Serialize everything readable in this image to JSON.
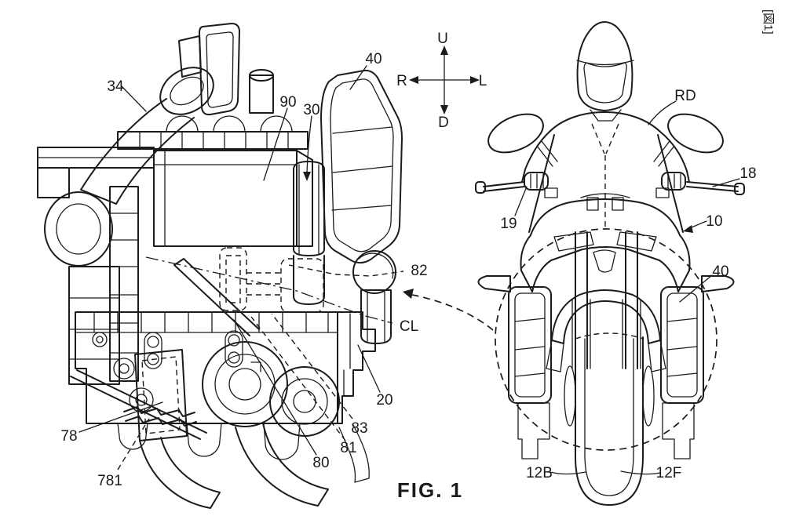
{
  "figure": {
    "caption": "FIG. 1",
    "corner_label": "[図1]"
  },
  "compass": {
    "up": "U",
    "down": "D",
    "left": "R",
    "right": "L"
  },
  "engine_view": {
    "ref_34": "34",
    "ref_90": "90",
    "ref_30": "30",
    "ref_40": "40",
    "ref_82": "82",
    "ref_cl": "CL",
    "ref_20": "20",
    "ref_78": "78",
    "ref_781": "781",
    "ref_80": "80",
    "ref_81": "81",
    "ref_83": "83"
  },
  "bike_view": {
    "ref_rd": "RD",
    "ref_18": "18",
    "ref_19": "19",
    "ref_10": "10",
    "ref_40": "40",
    "ref_12b": "12B",
    "ref_12f": "12F"
  },
  "colors": {
    "ink": "#1b1b1b",
    "bg": "#ffffff"
  }
}
